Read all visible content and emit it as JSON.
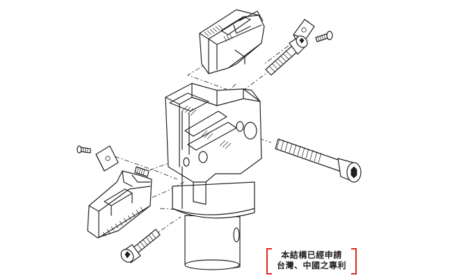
{
  "patent_note": {
    "line1": "本結構已經申請",
    "line2": "台灣、中國之專利",
    "bracket_color": "#e2231a"
  },
  "colors": {
    "ink": "#231f20",
    "background": "#ffffff"
  },
  "parts": [
    "top-jaw",
    "top-insert",
    "top-insert-screw",
    "top-cap-screw",
    "tool-body",
    "long-cap-screw",
    "bottom-insert",
    "bottom-insert-screw",
    "bottom-jaw",
    "bottom-cap-screw"
  ]
}
